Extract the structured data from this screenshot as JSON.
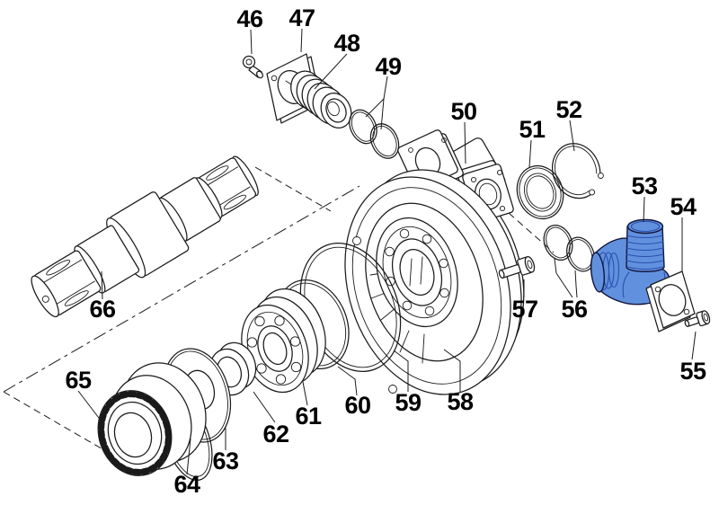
{
  "diagram": {
    "kind": "exploded-parts-diagram",
    "subject": "gearbox / pump assembly exploded view",
    "highlighted_part_number": "53",
    "part_number_range": "46-66",
    "colors": {
      "line": "#1a1a1a",
      "background": "#ffffff",
      "highlight_fill": "#6191de",
      "highlight_stroke": "#12143a",
      "highlight_rib": "#2a4faf"
    }
  },
  "parts": [
    {
      "number": "46"
    },
    {
      "number": "47"
    },
    {
      "number": "48"
    },
    {
      "number": "49"
    },
    {
      "number": "50"
    },
    {
      "number": "51"
    },
    {
      "number": "52"
    },
    {
      "number": "53"
    },
    {
      "number": "54"
    },
    {
      "number": "55"
    },
    {
      "number": "56"
    },
    {
      "number": "57"
    },
    {
      "number": "58"
    },
    {
      "number": "59"
    },
    {
      "number": "60"
    },
    {
      "number": "61"
    },
    {
      "number": "62"
    },
    {
      "number": "63"
    },
    {
      "number": "64"
    },
    {
      "number": "65"
    },
    {
      "number": "66"
    }
  ]
}
